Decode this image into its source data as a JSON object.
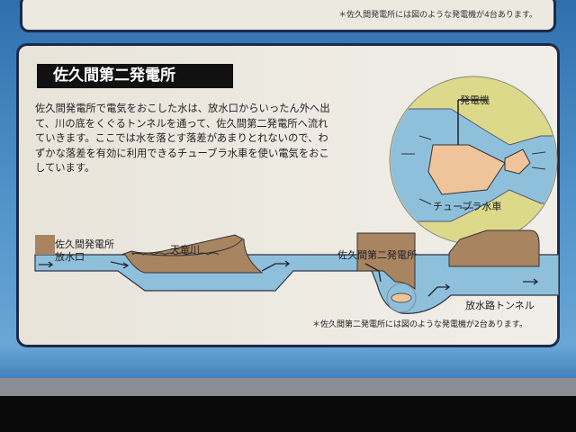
{
  "top_panel": {
    "note": "＊佐久間発電所には図のような発電機が4台あります。"
  },
  "panel": {
    "title": "佐久間第二発電所",
    "body": "佐久間発電所で電気をおこした水は、放水口からいったん外へ出て、川の底をくぐるトンネルを通って、佐久間第二発電所へ流れていきます。ここでは水を落とす落差があまりとれないので、わずかな落差を有効に利用できるチューブラ水車を使い電気をおこしています。",
    "inset": {
      "generator_label": "発電機",
      "turbine_label": "チューブラ水車"
    },
    "diagram": {
      "outlet_label_1": "佐久間発電所",
      "outlet_label_2": "放水口",
      "river_label": "天竜川",
      "station_label": "佐久間第二発電所",
      "tunnel_label": "放水路トンネル",
      "footnote": "＊佐久間第二発電所には図のような発電機が2台あります。"
    }
  },
  "colors": {
    "water": "#8ec0dc",
    "rock": "#a88460",
    "inset_bg": "#dcd98a",
    "turbine": "#f0c49a",
    "border": "#1d2a4a"
  }
}
